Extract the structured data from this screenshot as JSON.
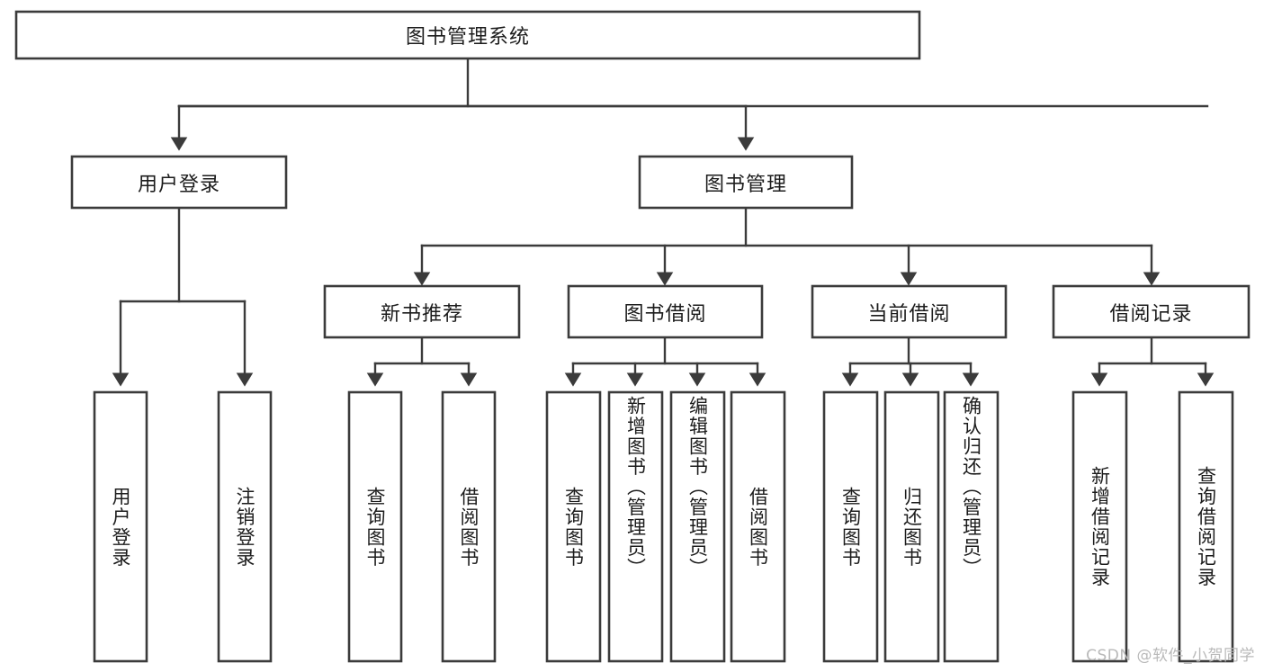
{
  "diagram": {
    "type": "tree-hierarchy",
    "title": "图书管理系统",
    "watermark": "CSDN @软件_小贺同学",
    "colors": {
      "box_stroke": "#3b3b3b",
      "box_fill": "#ffffff",
      "connector": "#3b3b3b",
      "text": "#1c1c1c",
      "watermark": "#b9b9b9",
      "background": "#ffffff"
    },
    "root": {
      "label": "图书管理系统",
      "orientation": "horizontal"
    },
    "level2": [
      {
        "label": "用户登录",
        "orientation": "horizontal"
      },
      {
        "label": "图书管理",
        "orientation": "horizontal"
      }
    ],
    "level3": [
      {
        "label": "新书推荐",
        "orientation": "horizontal",
        "parent": "图书管理"
      },
      {
        "label": "图书借阅",
        "orientation": "horizontal",
        "parent": "图书管理"
      },
      {
        "label": "当前借阅",
        "orientation": "horizontal",
        "parent": "图书管理"
      },
      {
        "label": "借阅记录",
        "orientation": "horizontal",
        "parent": "图书管理"
      }
    ],
    "leaves": {
      "用户登录": [
        {
          "label": "用户登录",
          "orientation": "vertical"
        },
        {
          "label": "注销登录",
          "orientation": "vertical"
        }
      ],
      "新书推荐": [
        {
          "label": "查询图书",
          "orientation": "vertical"
        },
        {
          "label": "借阅图书",
          "orientation": "vertical"
        }
      ],
      "图书借阅": [
        {
          "label": "查询图书",
          "orientation": "vertical"
        },
        {
          "label": "新增图书（管理员）",
          "orientation": "vertical"
        },
        {
          "label": "编辑图书（管理员）",
          "orientation": "vertical"
        },
        {
          "label": "借阅图书",
          "orientation": "vertical"
        }
      ],
      "当前借阅": [
        {
          "label": "查询图书",
          "orientation": "vertical"
        },
        {
          "label": "归还图书",
          "orientation": "vertical"
        },
        {
          "label": "确认归还（管理员）",
          "orientation": "vertical"
        }
      ],
      "借阅记录": [
        {
          "label": "新增借阅记录",
          "orientation": "vertical"
        },
        {
          "label": "查询借阅记录",
          "orientation": "vertical"
        }
      ]
    }
  }
}
